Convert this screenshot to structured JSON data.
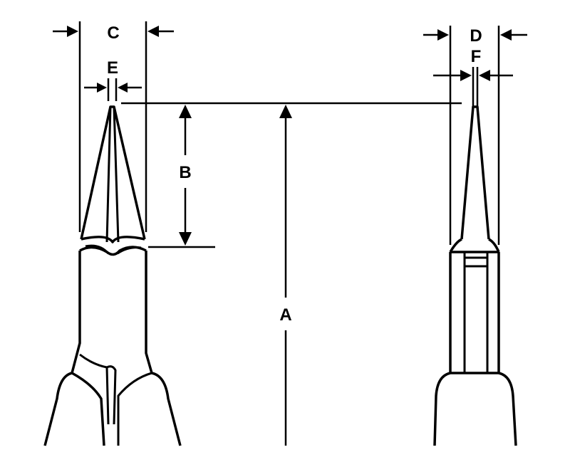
{
  "colors": {
    "line": "#000000",
    "background": "#ffffff"
  },
  "labels": {
    "A": "A",
    "B": "B",
    "C": "C",
    "D": "D",
    "E": "E",
    "F": "F"
  }
}
